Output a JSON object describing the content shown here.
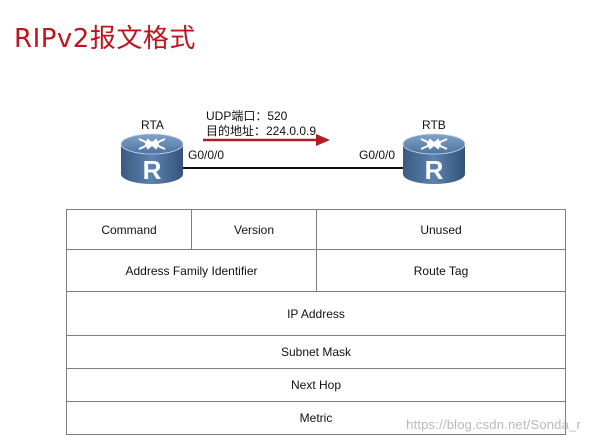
{
  "title": "RIPv2报文格式",
  "topology": {
    "router_a": "RTA",
    "router_b": "RTB",
    "router_a_port": "G0/0/0",
    "router_b_port": "G0/0/0",
    "annotation_line1": "UDP端口：520",
    "annotation_line2": "目的地址：224.0.0.9",
    "router_icon_letter": "R",
    "arrow_color": "#b01e23",
    "router_color": "#44678f"
  },
  "packet_format": {
    "row1": [
      "Command",
      "Version",
      "Unused"
    ],
    "row2": [
      "Address Family Identifier",
      "Route Tag"
    ],
    "row3": "IP Address",
    "row4": "Subnet Mask",
    "row5": "Next Hop",
    "row6": "Metric"
  },
  "watermark": "https://blog.csdn.net/Sonda_r"
}
